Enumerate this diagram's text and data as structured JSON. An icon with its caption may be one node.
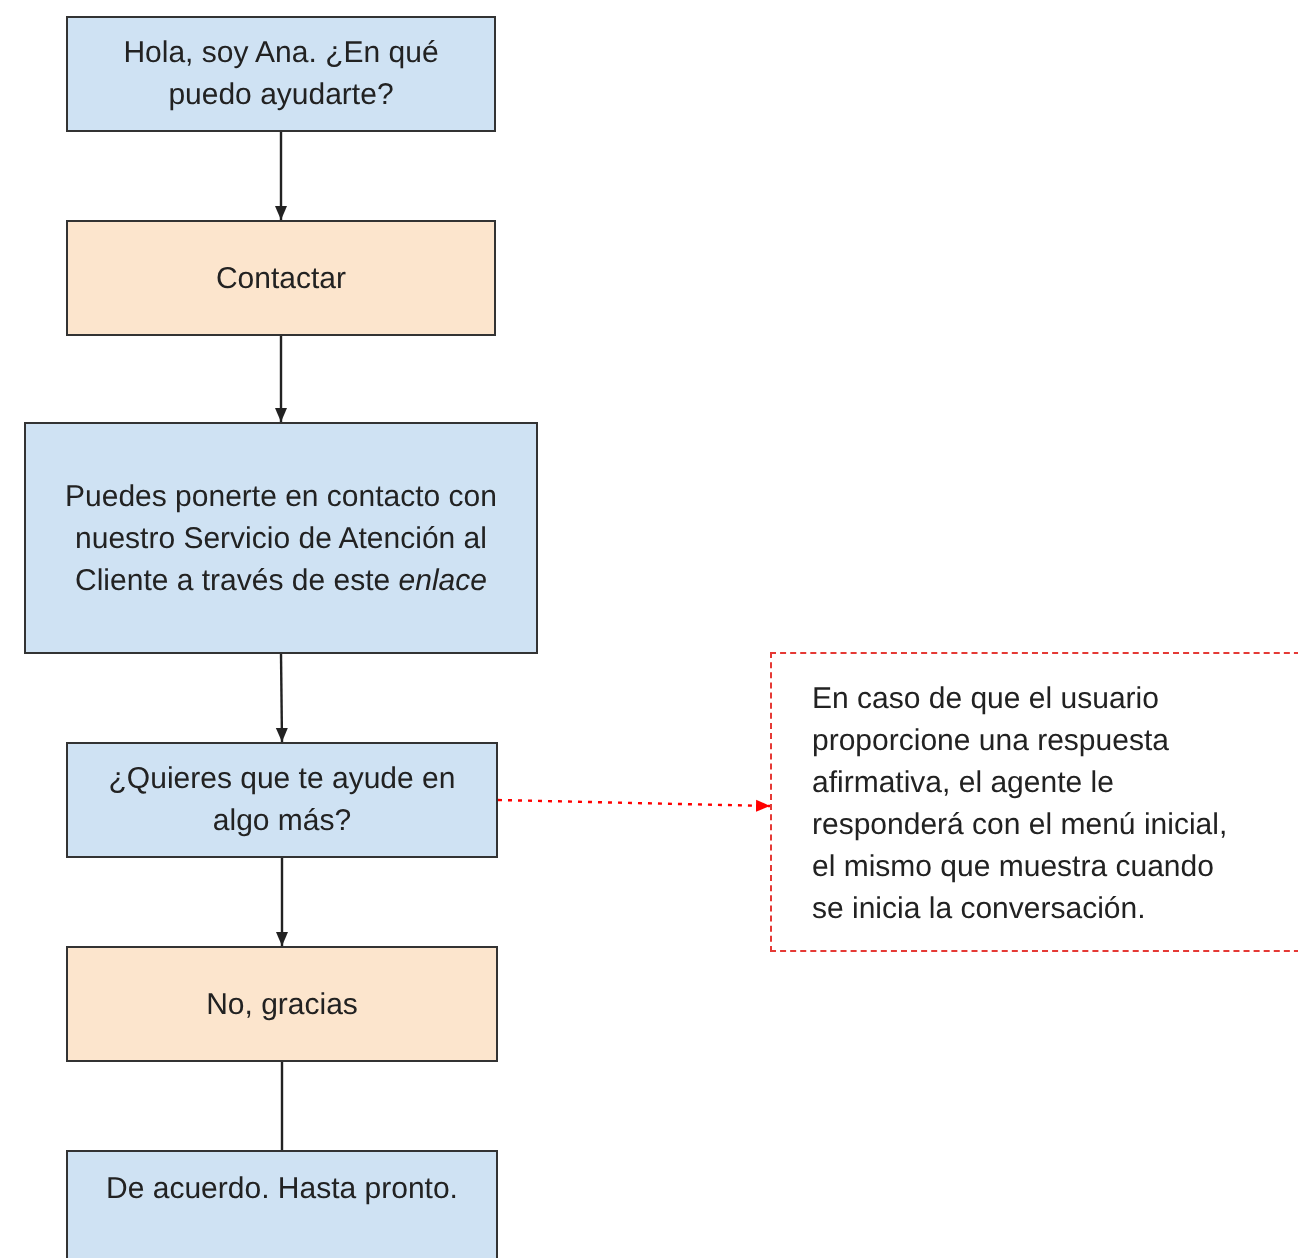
{
  "diagram": {
    "nodes": [
      {
        "text": [
          "Hola, soy Ana. ¿En qué puedo ayudarte?"
        ]
      },
      {
        "text": [
          "Contactar"
        ]
      },
      {
        "text": [
          "Puedes ponerte en contacto con nuestro Servicio de Atención al Cliente a través de este *enlace*"
        ]
      },
      {
        "text": [
          "¿Quieres que te ayude en algo más?"
        ]
      },
      {
        "text": [
          "No, gracias"
        ]
      },
      {
        "text": [
          "De acuerdo. Hasta pronto."
        ]
      },
      {
        "text": [
          "En caso de que el usuario proporcione una respuesta afirmativa, el agente le responderá con el menú inicial, el mismo que muestra cuando se inicia la conversación."
        ]
      }
    ],
    "edges": [
      {
        "from": 0,
        "to": 1,
        "arrow": "to"
      },
      {
        "from": 1,
        "to": 2,
        "arrow": "to"
      },
      {
        "from": 2,
        "to": 3,
        "arrow": "to"
      },
      {
        "from": 3,
        "to": 4,
        "arrow": "to"
      },
      {
        "from": 4,
        "to": 5,
        "arrow": "none"
      },
      {
        "from": 3,
        "to": 6,
        "arrow": "to",
        "style": "dashed",
        "color": "#ff0000"
      }
    ]
  }
}
